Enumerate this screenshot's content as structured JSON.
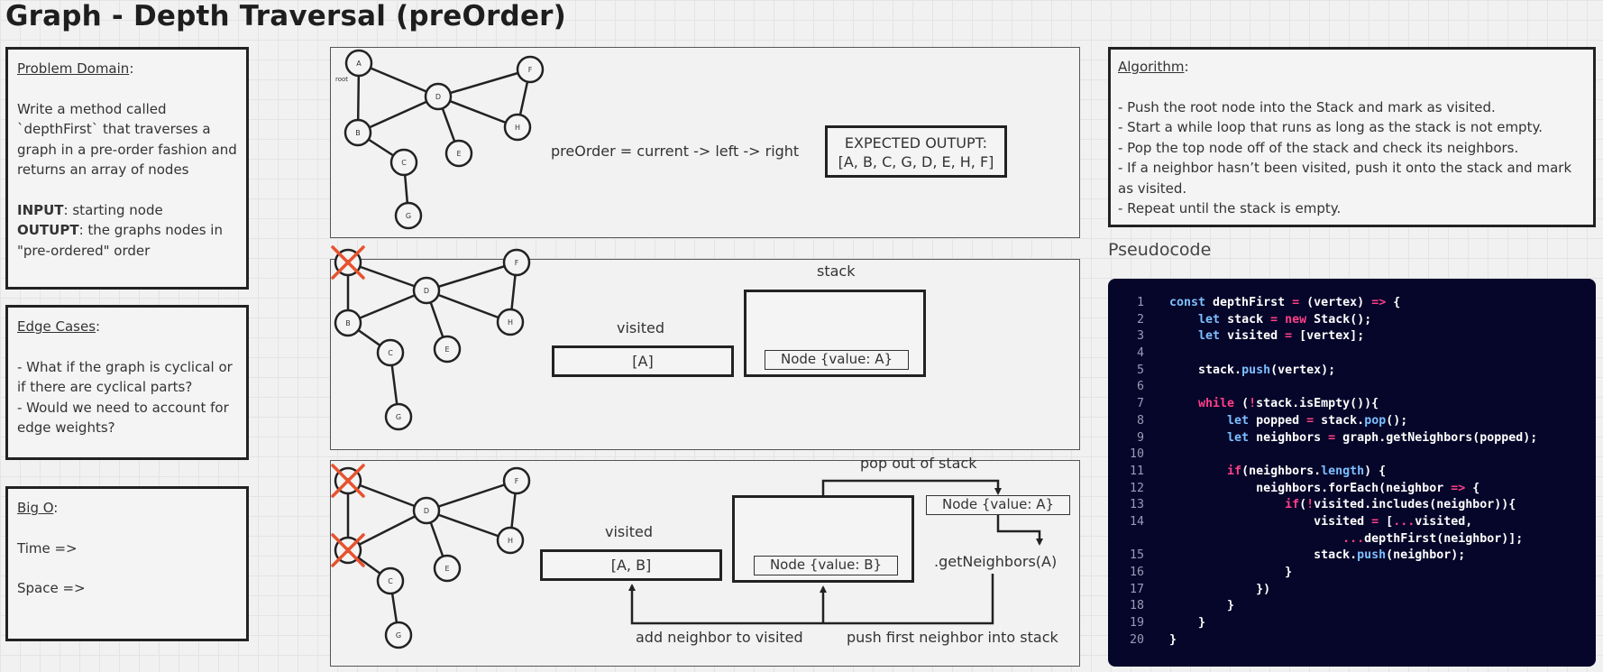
{
  "title": "Graph - Depth Traversal (preOrder)",
  "problem_domain": {
    "heading": "Problem Domain",
    "text": "Write a method called `depthFirst` that traverses a graph in a pre-order fashion and returns an array of nodes",
    "input_label": "INPUT",
    "input_text": ": starting node",
    "output_label": "OUTUPT",
    "output_text": ": the graphs nodes in \"pre-ordered\" order"
  },
  "edge_cases": {
    "heading": "Edge Cases",
    "items": [
      "- What if the graph is cyclical or if there are cyclical parts?",
      "- Would we need to account for edge weights?"
    ]
  },
  "big_o": {
    "heading": "Big O",
    "time": "Time =>",
    "space": "Space =>"
  },
  "graph": {
    "nodes": [
      "A",
      "B",
      "C",
      "D",
      "E",
      "F",
      "G",
      "H"
    ],
    "root_label": "root",
    "edges": [
      [
        "A",
        "B"
      ],
      [
        "A",
        "D"
      ],
      [
        "B",
        "D"
      ],
      [
        "B",
        "C"
      ],
      [
        "C",
        "G"
      ],
      [
        "D",
        "E"
      ],
      [
        "D",
        "F"
      ],
      [
        "D",
        "H"
      ],
      [
        "F",
        "H"
      ]
    ]
  },
  "panel1": {
    "preorder_text": "preOrder = current -> left -> right",
    "expected_title": "EXPECTED OUTUPT:",
    "expected_value": "[A, B, C, G, D, E, H, F]"
  },
  "panel2": {
    "visited_label": "visited",
    "visited_value": "[A]",
    "stack_label": "stack",
    "stack_node": "Node {value: A}",
    "crossed": [
      "A"
    ]
  },
  "panel3": {
    "visited_label": "visited",
    "visited_value": "[A, B]",
    "stack_node": "Node {value: B}",
    "popped_node": "Node {value: A}",
    "pop_label": "pop out of stack",
    "neighbors_label": ".getNeighbors(A)",
    "add_label": "add neighbor to visited",
    "push_label": "push first neighbor into stack",
    "crossed": [
      "A",
      "B"
    ]
  },
  "algorithm": {
    "heading": "Algorithm",
    "steps": [
      "- Push the root node into the Stack and mark as visited.",
      "- Start a while loop that runs as long as the stack is not empty.",
      "- Pop the top node off of the stack and check its neighbors.",
      "- If a neighbor hasn’t been visited, push it onto the stack and mark as visited.",
      "- Repeat until the stack is empty."
    ]
  },
  "pseudocode": {
    "heading": "Pseudocode",
    "line_numbers": [
      "1",
      "2",
      "3",
      "4",
      "5",
      "6",
      "7",
      "8",
      "9",
      "10",
      "11",
      "12",
      "13",
      "14",
      "",
      "15",
      "16",
      "17",
      "18",
      "19",
      "20"
    ],
    "lines": [
      "const depthFirst = (vertex) => {",
      "    let stack = new Stack();",
      "    let visited = [vertex];",
      "",
      "    stack.push(vertex);",
      "",
      "    while (!stack.isEmpty()){",
      "        let popped = stack.pop();",
      "        let neighbors = graph.getNeighbors(popped);",
      "",
      "        if(neighbors.length) {",
      "            neighbors.forEach(neighbor => {",
      "                if(!visited.includes(neighbor)){",
      "                    visited = [...visited,",
      "                        ...depthFirst(neighbor)];",
      "                    stack.push(neighbor);",
      "                }",
      "            })",
      "        }",
      "    }",
      "}"
    ],
    "colors": {
      "background": "#06062a",
      "keyword": "#7dbfff",
      "operator": "#ff3f88"
    }
  },
  "colors": {
    "cross": "#e8522e",
    "ink": "#222222"
  }
}
